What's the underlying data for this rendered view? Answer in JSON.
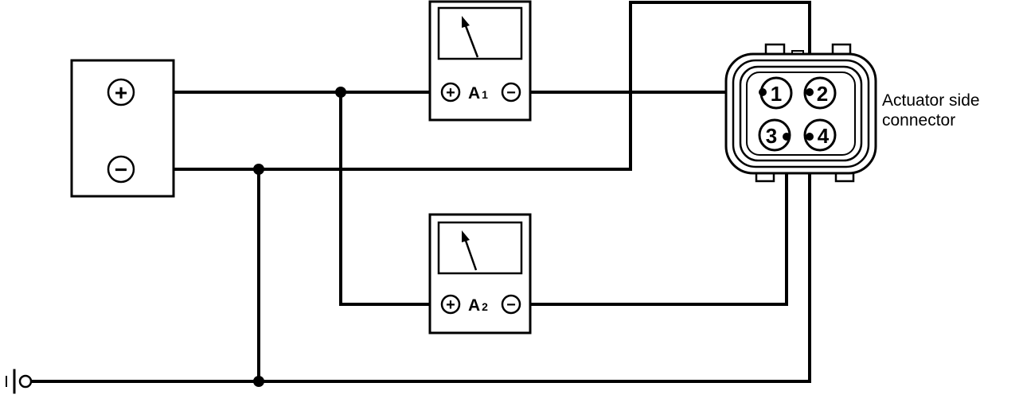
{
  "battery": {
    "positive_symbol": "+",
    "negative_symbol": "−"
  },
  "ammeters": [
    {
      "label": "A",
      "subscript": "1",
      "positive_symbol": "+",
      "negative_symbol": "−"
    },
    {
      "label": "A",
      "subscript": "2",
      "positive_symbol": "+",
      "negative_symbol": "−"
    }
  ],
  "connector": {
    "label_line1": "Actuator side",
    "label_line2": "connector",
    "pins": [
      "1",
      "2",
      "3",
      "4"
    ]
  },
  "colors": {
    "line": "#000000",
    "background": "#ffffff"
  }
}
